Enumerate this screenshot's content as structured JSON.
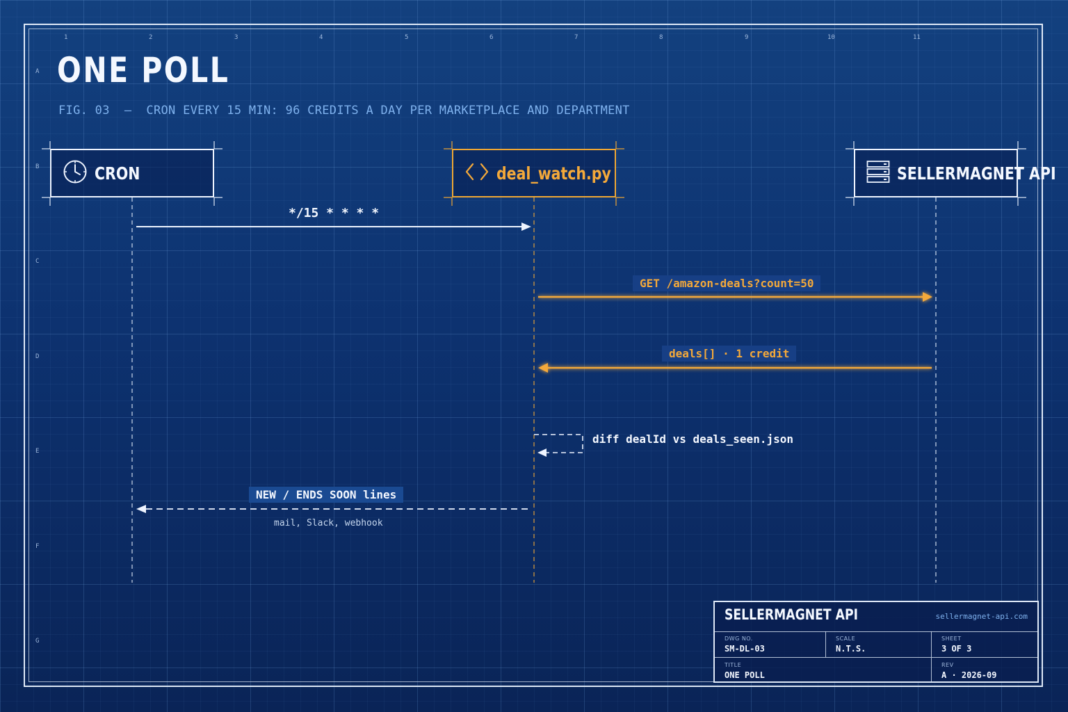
{
  "title": "ONE POLL",
  "subtitle": "FIG. 03  —  CRON EVERY 15 MIN: 96 CREDITS A DAY PER MARKETPLACE AND DEPARTMENT",
  "grid_refs": {
    "columns": [
      "1",
      "2",
      "3",
      "4",
      "5",
      "6",
      "7",
      "8",
      "9",
      "10",
      "11"
    ],
    "rows": [
      "A",
      "B",
      "C",
      "D",
      "E",
      "F",
      "G"
    ]
  },
  "actors": {
    "cron": {
      "label": "CRON",
      "icon": "clock-icon"
    },
    "script": {
      "label": "deal_watch.py",
      "icon": "code-icon"
    },
    "api": {
      "label": "SELLERMAGNET API",
      "icon": "server-icon"
    }
  },
  "messages": {
    "cron_trigger": "*/15 * * * *",
    "get_request": "GET /amazon-deals?count=50",
    "deals_response": "deals[] · 1 credit",
    "diff_self": "diff dealId vs deals_seen.json",
    "notify": "NEW / ENDS SOON lines",
    "notify_channels": "mail, Slack, webhook"
  },
  "title_block": {
    "name": "SELLERMAGNET API",
    "url": "sellermagnet-api.com",
    "dwg_no_label": "DWG NO.",
    "dwg_no": "SM-DL-03",
    "scale_label": "SCALE",
    "scale": "N.T.S.",
    "sheet_label": "SHEET",
    "sheet": "3 OF 3",
    "title_label": "TITLE",
    "title": "ONE POLL",
    "rev_label": "REV",
    "rev": "A · 2026-09"
  },
  "colors": {
    "background": "#0d3270",
    "accent": "#f4a93a",
    "line": "#eef4ff",
    "subtitle": "#7fb2ee"
  }
}
